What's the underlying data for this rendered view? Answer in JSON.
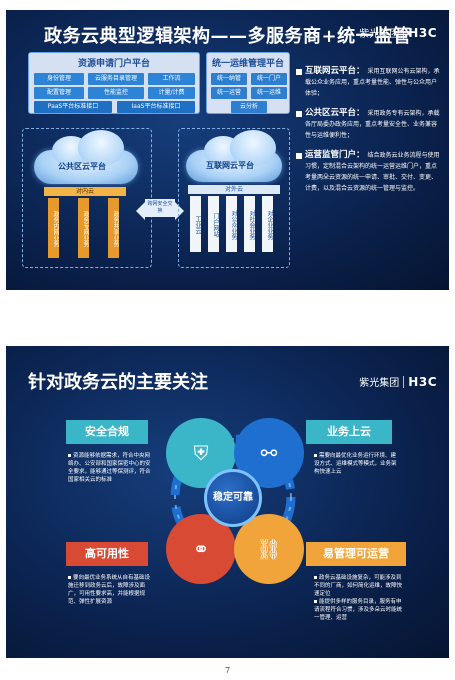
{
  "slide1": {
    "title": "政务云典型逻辑架构——多服务商+统一监管",
    "brand": {
      "mark": "紫光集团",
      "logo": "H3C"
    },
    "portal_panel": {
      "title": "资源申请门户平台",
      "chips": [
        "身份管理",
        "云服务目录管理",
        "工作流",
        "配置管理",
        "性能监控",
        "计量/计费",
        "PaaS平台标准接口",
        "IaaS平台标准接口"
      ]
    },
    "ops_panel": {
      "title": "统一运维管理平台",
      "chips": [
        "统一纳管",
        "统一门户",
        "统一运营",
        "统一运维",
        "云分析"
      ]
    },
    "public_cloud": {
      "label": "公共区云平台",
      "beam": "对内云",
      "pillars": [
        "政务内网业务",
        "政务专网业务",
        "政务共享业务"
      ]
    },
    "internet_cloud": {
      "label": "互联网云平台",
      "beam": "对外云",
      "pillars": [
        "工业云",
        "门户网站",
        "对公众业务",
        "对社会业务",
        "对企业业务"
      ]
    },
    "gateway": "跨网安全交换",
    "bullets": [
      {
        "title": "互联网云平台：",
        "text": "采用互联网公有云架构，承载公众业务应用，重点考量性能、弹性与公众用户体验；"
      },
      {
        "title": "公共区云平台：",
        "text": "采用政务专有云架构，承载各厅局委办政务应用，重点考量安全性、业务兼容性与运维便利性；"
      },
      {
        "title": "运营监管门户：",
        "text": "结合政务云业务流程与使用习惯，定制混合云架构的统一运营运维门户，重点考量两朵云资源的统一申请、审批、交付、变更、计费，以及混合云资源的统一管理与监控。"
      }
    ]
  },
  "slide2": {
    "title": "针对政务云的主要关注",
    "brand": {
      "mark": "紫光集团",
      "logo": "H3C"
    },
    "center": "稳定可靠",
    "quadrants": [
      {
        "label": "安全合规",
        "text": [
          "资源能够依据需求，符合中央网络办、公安部和国家保密中心的安全要求，能够通过等保测评，符合国家相关云的标准"
        ]
      },
      {
        "label": "业务上云",
        "text": [
          "需要向最优化业务运行环境、建设方式、运维模式等模式，业务架构快速上云"
        ]
      },
      {
        "label": "高可用性",
        "text": [
          "要向最优业务系统从自有基础设施迁移到政务云后，故障涉及面广，可用性要求高，并能根据规范、弹性扩展资源"
        ]
      },
      {
        "label": "易管理可运营",
        "text": [
          "政务云基础设施复杂，可能涉及到不同的厂商，如何简化运维，故障快速定位",
          "能提供多样的服务目录，服务有申请流程符合习惯，涉及多朵云时能统一管理、运营"
        ]
      }
    ],
    "colors": {
      "teal": "#3bb6c9",
      "red": "#d94a35",
      "orange": "#f1a43a",
      "blue": "#1e6fd0"
    },
    "icons": [
      "shield-icon",
      "link-icon",
      "chain-icon",
      "chain-break-icon"
    ]
  },
  "page_number": "7"
}
